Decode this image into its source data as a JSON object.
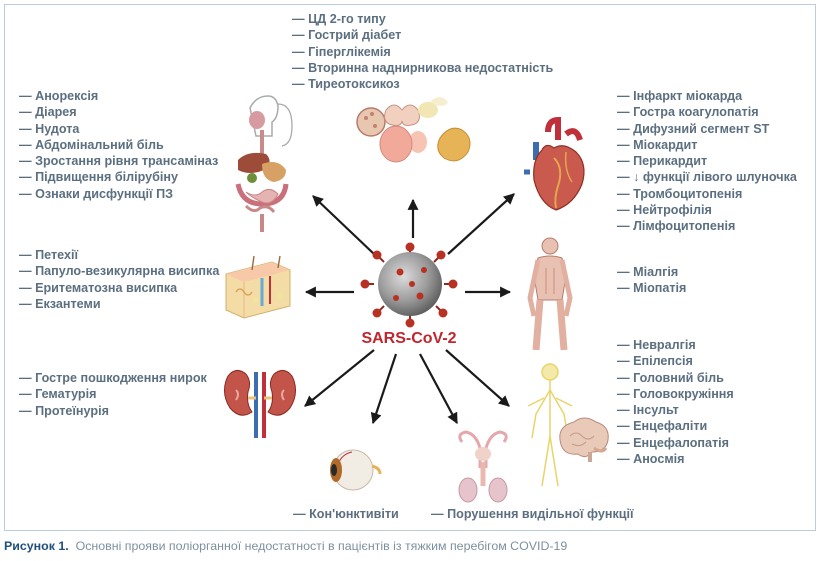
{
  "center_label": "SARS-CoV-2",
  "groups": {
    "endocrine": [
      "ЦД 2-го типу",
      "Гострий діабет",
      "Гіперглікемія",
      "Вторинна наднирникова недостатність",
      "Тиреотоксикоз"
    ],
    "digestive": [
      "Анорексія",
      "Діарея",
      "Нудота",
      "Абдомінальний біль",
      "Зростання рівня трансаміназ",
      "Підвищення білірубіну",
      "Ознаки дисфункції ПЗ"
    ],
    "cardiac": [
      "Інфаркт міокарда",
      "Гостра коагулопатія",
      "Дифузний сегмент ST",
      "Міокардит",
      "Перикардит",
      "↓ функції лівого шлуночка",
      "Тромбоцитопенія",
      "Нейтрофілія",
      "Лімфоцитопенія"
    ],
    "skin": [
      "Петехії",
      "Папуло-везикулярна висипка",
      "Еритематозна висипка",
      "Екзантеми"
    ],
    "muscle": [
      "Міалгія",
      "Міопатія"
    ],
    "kidney": [
      "Гостре пошкодження нирок",
      "Гематурія",
      "Протеїнурія"
    ],
    "neuro": [
      "Невралгія",
      "Епілепсія",
      "Головний біль",
      "Головокружіння",
      "Інсульт",
      "Енцефаліти",
      "Енцефалопатія",
      "Аносмія"
    ],
    "eye": [
      "Кон'юнктивіти"
    ],
    "reproductive": [
      "Порушення видільної функції"
    ]
  },
  "caption": {
    "label": "Рисунок 1.",
    "text": "Основні прояви поліорганної недостатності в пацієнтів із тяжким перебігом COVID-19"
  },
  "colors": {
    "text": "#5b6f80",
    "arrow": "#1a1a1a",
    "virus_label": "#c0262d",
    "frame": "#b9cddb",
    "caption_label": "#1f4f7d",
    "caption_text": "#7d90a0"
  },
  "icons": [
    "endocrine-glands-icon",
    "digestive-system-icon",
    "heart-icon",
    "skin-layers-icon",
    "coronavirus-icon",
    "muscular-body-icon",
    "kidneys-icon",
    "nervous-system-icon",
    "brain-icon",
    "eye-icon",
    "reproductive-organs-icon"
  ]
}
